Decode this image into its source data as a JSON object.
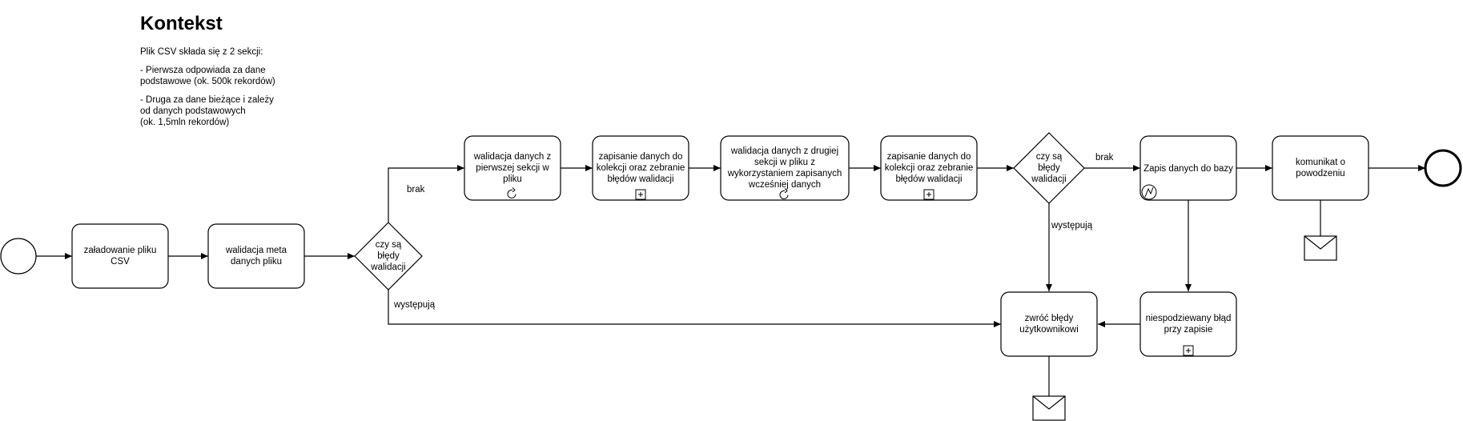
{
  "context": {
    "title": "Kontekst",
    "paragraphs": [
      "Plik CSV składa się z 2 sekcji:",
      "- Pierwsza odpowiada za dane\npodstawowe (ok. 500k rekordów)",
      "- Druga za dane bieżące i zależy\nod danych podstawowych\n(ok. 1,5mln rekordów)"
    ]
  },
  "tasks": {
    "load_csv": [
      "załadowanie pliku",
      "CSV"
    ],
    "validate_meta": [
      "walidacja meta",
      "danych pliku"
    ],
    "validate_section1": [
      "walidacja danych z",
      "pierwszej sekcji w",
      "pliku"
    ],
    "save_collection1": [
      "zapisanie danych do",
      "kolekcji oraz zebranie",
      "błędów walidacji"
    ],
    "validate_section2": [
      "walidacja danych z drugiej",
      "sekcji w pliku z",
      "wykorzystaniem zapisanych",
      "wcześniej danych"
    ],
    "save_collection2": [
      "zapisanie danych do",
      "kolekcji oraz zebranie",
      "błędów walidacji"
    ],
    "save_db": [
      "Zapis danych do bazy"
    ],
    "success_msg": [
      "komunikat o",
      "powodzeniu"
    ],
    "return_errors": [
      "zwróć błędy",
      "użytkownikowi"
    ],
    "unexpected_error": [
      "niespodziewany błąd",
      "przy zapisie"
    ]
  },
  "gateways": {
    "gateway1": [
      "czy są",
      "błędy",
      "walidacji"
    ],
    "gateway2": [
      "czy są",
      "błędy",
      "walidacji"
    ]
  },
  "edge_labels": {
    "g1_none": "brak",
    "g1_present": "występują",
    "g2_none": "brak",
    "g2_present": "występują"
  }
}
